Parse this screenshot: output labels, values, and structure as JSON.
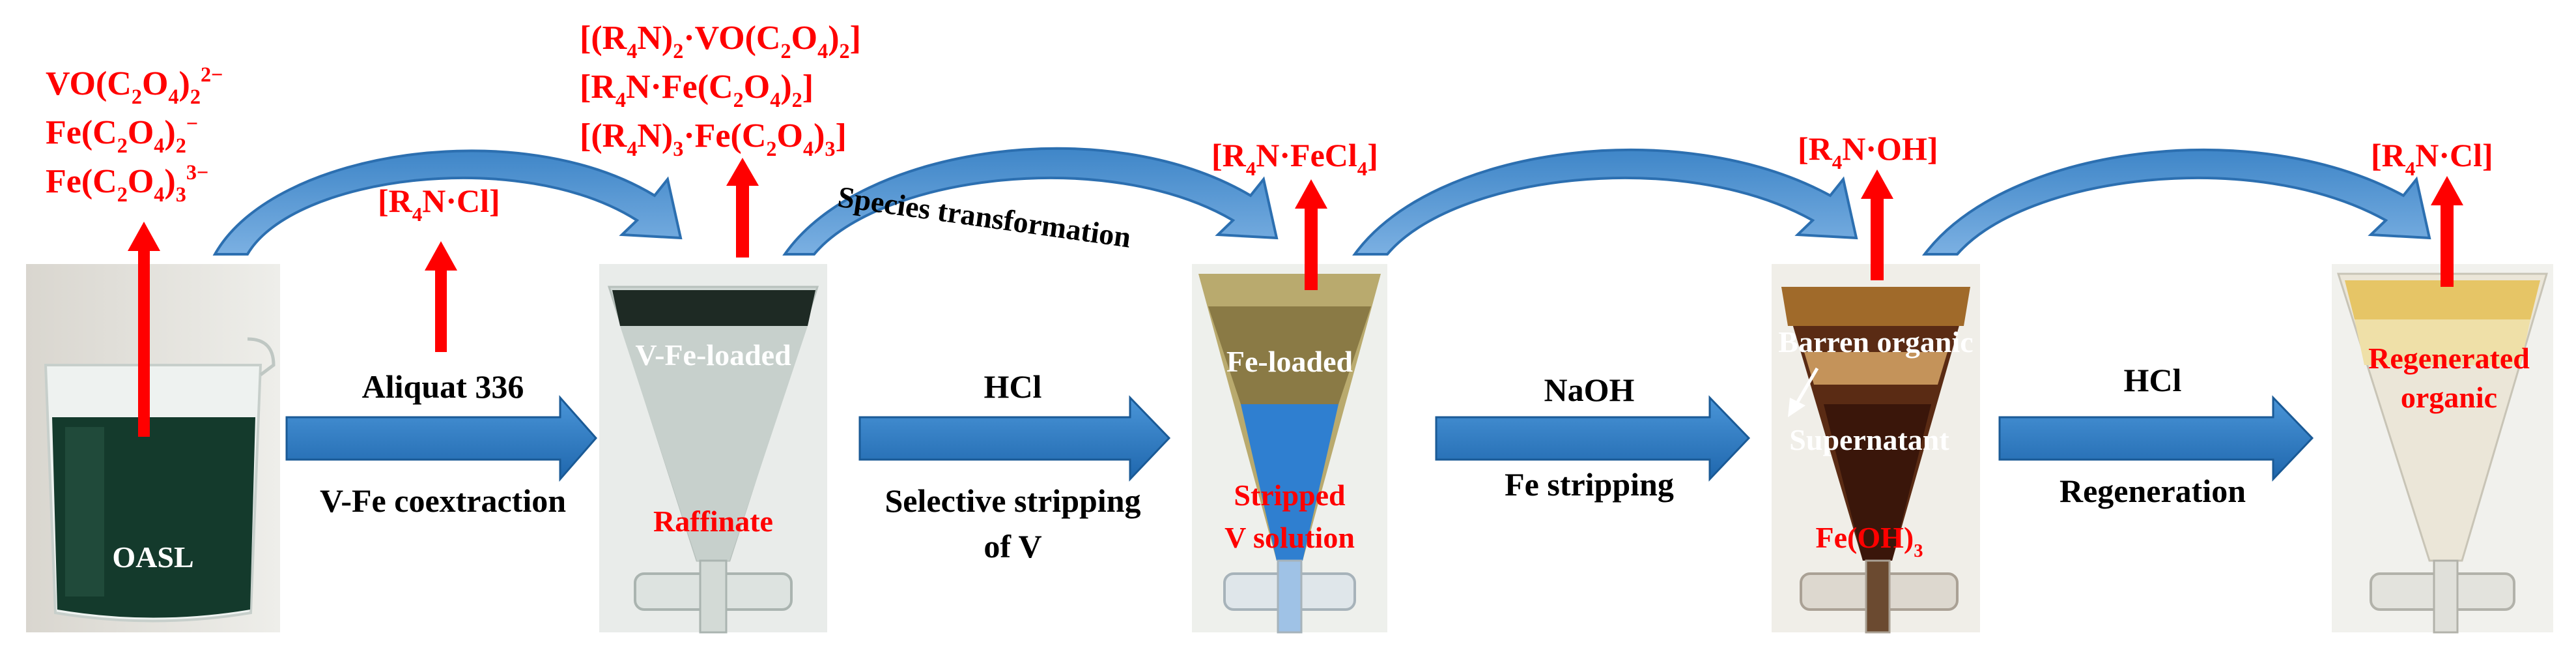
{
  "colors": {
    "arrow_blue": "#2f7cc2",
    "arrow_blue_dark": "#1f5c96",
    "red_arrow": "#ff0000",
    "label_red": "#ff0000",
    "label_black": "#000000",
    "label_white": "#ffffff"
  },
  "stages": [
    {
      "id": "oasl",
      "photo_label": "OASL",
      "photo_label_color": "white",
      "species": [
        [
          "VO(C",
          "2",
          "O",
          "4",
          ")",
          "2",
          "2−"
        ],
        [
          "Fe(C",
          "2",
          "O",
          "4",
          ")",
          "2",
          "−"
        ],
        [
          "Fe(C",
          "2",
          "O",
          "4",
          ")",
          "3",
          "3−"
        ]
      ]
    },
    {
      "id": "coextraction",
      "photo_labels": [
        "V-Fe-loaded",
        "Raffinate"
      ],
      "species": [
        [
          "[(R",
          "4",
          "N)",
          "2",
          "·VO(C",
          "2",
          "O",
          "4",
          ")",
          "2",
          "]"
        ],
        [
          "[R",
          "4",
          "N·Fe(C",
          "2",
          "O",
          "4",
          ")",
          "2",
          "]"
        ],
        [
          "[(R",
          "4",
          "N)",
          "3",
          "·Fe(C",
          "2",
          "O",
          "4",
          ")",
          "3",
          "]"
        ]
      ]
    },
    {
      "id": "stripping_v",
      "photo_labels": [
        "Fe-loaded",
        "Stripped",
        "V solution"
      ],
      "species": [
        [
          "[R",
          "4",
          "N·FeCl",
          "4",
          "]"
        ]
      ]
    },
    {
      "id": "stripping_fe",
      "photo_labels": [
        "Barren organic",
        "Supernatant",
        "Fe(OH)3"
      ],
      "species": [
        [
          "[R",
          "4",
          "N·OH]"
        ]
      ]
    },
    {
      "id": "regeneration",
      "photo_labels": [
        "Regenerated",
        "organic"
      ],
      "species": [
        [
          "[R",
          "4",
          "N·Cl]"
        ]
      ]
    }
  ],
  "reagent_top": [
    "[R",
    "4",
    "N·Cl]"
  ],
  "curved_arrow_label": "Species transformation",
  "process_arrows": [
    {
      "top": "Aliquat 336",
      "bottom": [
        "V-Fe coextraction"
      ]
    },
    {
      "top": "HCl",
      "bottom": [
        "Selective stripping",
        "of V"
      ]
    },
    {
      "top": "NaOH",
      "bottom": [
        "Fe stripping"
      ]
    },
    {
      "top": "HCl",
      "bottom": [
        "Regeneration"
      ]
    }
  ],
  "text": {
    "oasl": "OASL",
    "vfe_loaded": "V-Fe-loaded",
    "raffinate": "Raffinate",
    "fe_loaded": "Fe-loaded",
    "stripped1": "Stripped",
    "stripped2": "V solution",
    "barren": "Barren organic",
    "supernatant": "Supernatant",
    "feoh_main": "Fe(OH)",
    "feoh_sub": "3",
    "regen1": "Regenerated",
    "regen2": "organic",
    "aliquat": "Aliquat 336",
    "coext": "V-Fe coextraction",
    "hcl1": "HCl",
    "sel1": "Selective stripping",
    "sel2": "of V",
    "naoh": "NaOH",
    "festrip": "Fe stripping",
    "hcl2": "HCl",
    "regeneration": "Regeneration",
    "species_transformation": "Species transformation"
  }
}
